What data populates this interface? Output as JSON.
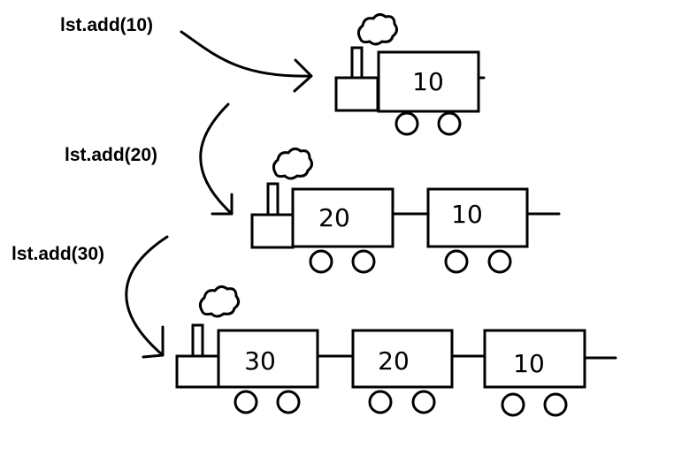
{
  "steps": [
    {
      "label": "lst.add(10)",
      "cars": [
        "10"
      ]
    },
    {
      "label": "lst.add(20)",
      "cars": [
        "20",
        "10"
      ]
    },
    {
      "label": "lst.add(30)",
      "cars": [
        "30",
        "20",
        "10"
      ]
    }
  ]
}
